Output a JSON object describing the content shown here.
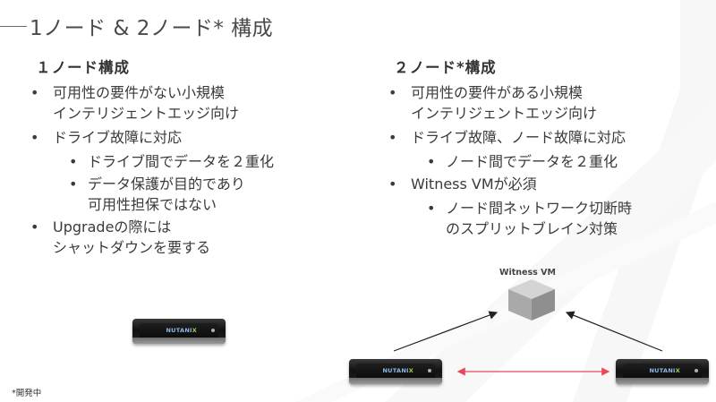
{
  "page": {
    "title": "1ノード & 2ノード* 構成",
    "footnote": "*開発中"
  },
  "left": {
    "heading": "１ノード構成",
    "bullets": [
      {
        "lines": [
          "可用性の要件がない小規模",
          "インテリジェントエッジ向け"
        ]
      },
      {
        "lines": [
          "ドライブ故障に対応"
        ]
      },
      {
        "sub": true,
        "lines": [
          "ドライブ間でデータを２重化"
        ]
      },
      {
        "sub": true,
        "lines": [
          "データ保護が目的であり",
          "可用性担保ではない"
        ]
      },
      {
        "lines": [
          "Upgradeの際には",
          "シャットダウンを要する"
        ]
      }
    ]
  },
  "right": {
    "heading": "２ノード*構成",
    "bullets": [
      {
        "lines": [
          "可用性の要件がある小規模",
          "インテリジェントエッジ向け"
        ]
      },
      {
        "lines": [
          "ドライブ故障、ノード故障に対応"
        ]
      },
      {
        "sub": true,
        "lines": [
          "ノード間でデータを２重化"
        ]
      },
      {
        "lines": [
          "Witness VMが必須"
        ]
      },
      {
        "sub": true,
        "lines": [
          "ノード間ネットワーク切断時",
          "のスプリットブレイン対策"
        ]
      }
    ]
  },
  "diagram": {
    "witness_label": "Witness VM",
    "server_brand": "NUTANI",
    "server_brand_x": "X",
    "link_color": "#e8485a",
    "arrow_color": "#222222",
    "cube_color": "#b5b5b5"
  }
}
